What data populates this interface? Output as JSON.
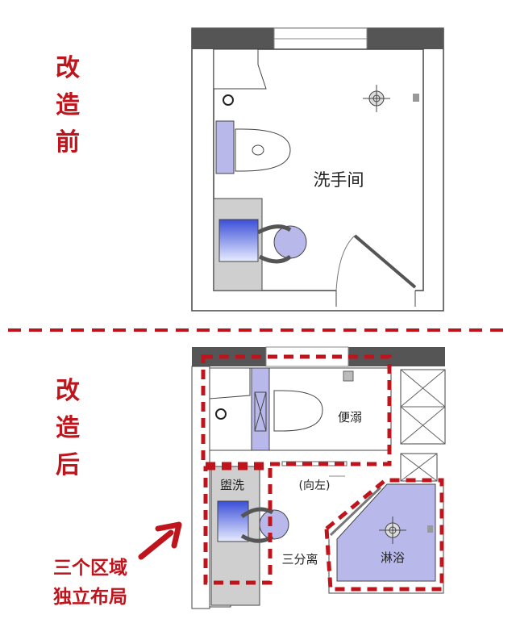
{
  "before": {
    "heading": "改造前",
    "room_label": "洗手间"
  },
  "after": {
    "heading": "改造后",
    "zones": {
      "toilet": "便溺",
      "washing": "盥洗",
      "shower": "淋浴"
    },
    "door_direction": "(向左)",
    "separation": "三分离"
  },
  "annotation": {
    "line1": "三个区域",
    "line2": "独立布局"
  },
  "colors": {
    "accent_red": "#c0141c",
    "fixture_blue": "#b9b8ea",
    "wall_dark": "#555555",
    "counter_grey": "#cfcfcf"
  }
}
